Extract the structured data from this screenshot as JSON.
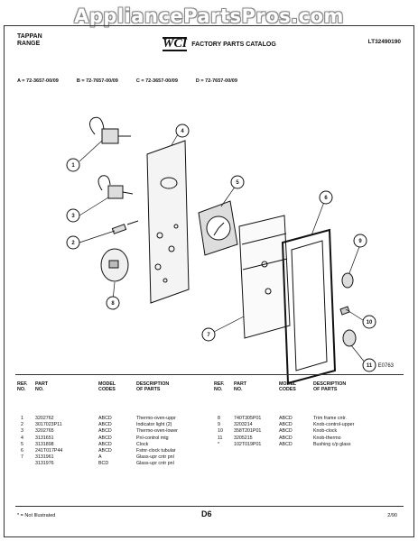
{
  "watermark": "AppliancePartsPros.com",
  "header": {
    "brand_line1": "TAPPAN",
    "brand_line2": "RANGE",
    "logo": "WCI",
    "catalog_title": "FACTORY PARTS CATALOG",
    "catalog_number": "LT32490190"
  },
  "models": [
    "A = 72-3657-00/09",
    "B = 72-7657-00/09",
    "C = 72-3657-00/09",
    "D = 72-7657-00/09"
  ],
  "diagram": {
    "callouts": [
      "1",
      "2",
      "3",
      "4",
      "5",
      "6",
      "7",
      "8",
      "9",
      "10",
      "11"
    ],
    "figure_code": "E0763"
  },
  "table_headers": {
    "ref": "REF.",
    "ref2": "NO.",
    "part": "PART",
    "part2": "NO.",
    "model": "MODEL",
    "model2": "CODES",
    "desc": "DESCRIPTION",
    "desc2": "OF PARTS"
  },
  "parts_left": [
    {
      "ref": "1",
      "part": "3202762",
      "codes": "ABCD",
      "desc": "Thermo-oven-uppr"
    },
    {
      "ref": "2",
      "part": "3017023P11",
      "codes": "ABCD",
      "desc": "Indicator light (2)"
    },
    {
      "ref": "3",
      "part": "3202765",
      "codes": "ABCD",
      "desc": "Thermo-oven-lower"
    },
    {
      "ref": "4",
      "part": "3131651",
      "codes": "ABCD",
      "desc": "Pnl-control mtg"
    },
    {
      "ref": "5",
      "part": "3131898",
      "codes": "ABCD",
      "desc": "Clock"
    },
    {
      "ref": "6",
      "part": "241T017P44",
      "codes": "ABCD",
      "desc": "Fstnr-clock tubular"
    },
    {
      "ref": "7",
      "part": "3131961",
      "codes": "A",
      "desc": "Glass-upr cntr pnl"
    },
    {
      "ref": "",
      "part": "3131976",
      "codes": "BCD",
      "desc": "Glass-upr cntr pnl"
    }
  ],
  "parts_right": [
    {
      "ref": "8",
      "part": "740T305P01",
      "codes": "ABCD",
      "desc": "Trim frame cntr."
    },
    {
      "ref": "9",
      "part": "3203214",
      "codes": "ABCD",
      "desc": "Knob-control-upper"
    },
    {
      "ref": "10",
      "part": "358T201P01",
      "codes": "ABCD",
      "desc": "Knob-clock"
    },
    {
      "ref": "11",
      "part": "3205215",
      "codes": "ABCD",
      "desc": "Knob-thermo"
    },
    {
      "ref": "*",
      "part": "102T019P01",
      "codes": "ABCD",
      "desc": "Bushing c/p glass"
    }
  ],
  "footer": {
    "footnote": "* = Not Illustrated",
    "page": "D6",
    "date": "2/90"
  }
}
